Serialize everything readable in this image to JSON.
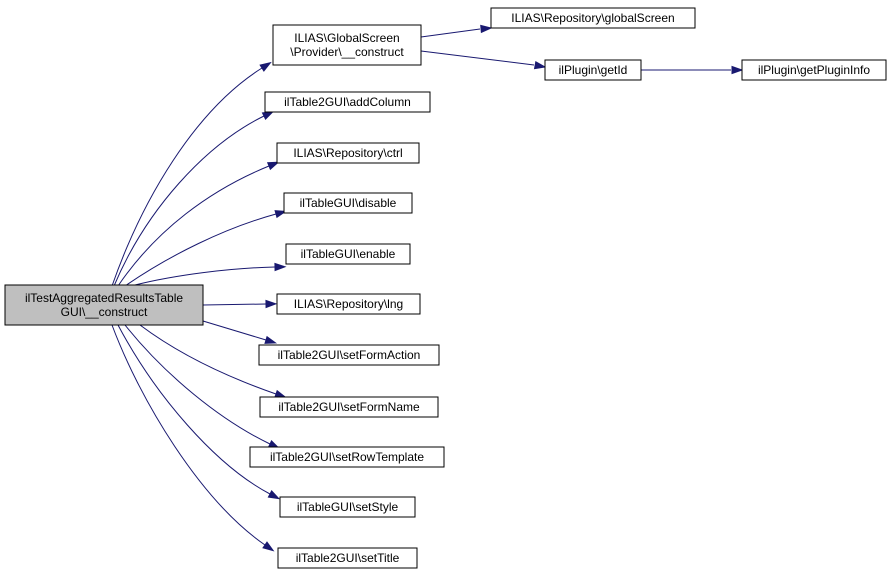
{
  "diagram": {
    "root": {
      "lines": [
        "ilTestAggregatedResultsTable",
        "GUI\\__construct"
      ]
    },
    "callees": [
      {
        "lines": [
          "ILIAS\\GlobalScreen",
          "\\Provider\\__construct"
        ]
      },
      {
        "lines": [
          "ilTable2GUI\\addColumn"
        ]
      },
      {
        "lines": [
          "ILIAS\\Repository\\ctrl"
        ]
      },
      {
        "lines": [
          "ilTableGUI\\disable"
        ]
      },
      {
        "lines": [
          "ilTableGUI\\enable"
        ]
      },
      {
        "lines": [
          "ILIAS\\Repository\\lng"
        ]
      },
      {
        "lines": [
          "ilTable2GUI\\setFormAction"
        ]
      },
      {
        "lines": [
          "ilTable2GUI\\setFormName"
        ]
      },
      {
        "lines": [
          "ilTable2GUI\\setRowTemplate"
        ]
      },
      {
        "lines": [
          "ilTableGUI\\setStyle"
        ]
      },
      {
        "lines": [
          "ilTable2GUI\\setTitle"
        ]
      }
    ],
    "secondary": [
      {
        "lines": [
          "ILIAS\\Repository\\globalScreen"
        ]
      },
      {
        "lines": [
          "ilPlugin\\getId"
        ]
      },
      {
        "lines": [
          "ilPlugin\\getPluginInfo"
        ]
      }
    ],
    "colors": {
      "edge": "#191970",
      "root_fill": "#bfbfbf",
      "node_fill": "#ffffff"
    }
  }
}
